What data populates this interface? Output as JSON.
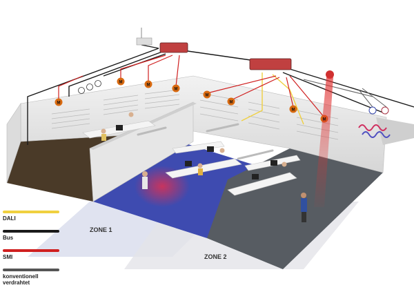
{
  "zones": [
    {
      "label": "ZONE 1"
    },
    {
      "label": "ZONE 2"
    }
  ],
  "legend": [
    {
      "label": "DALI",
      "color": "#f0d040"
    },
    {
      "label": "Bus",
      "color": "#1a1a1a"
    },
    {
      "label": "SMI",
      "color": "#d02020"
    },
    {
      "label": "konventionell\nverdrahtet",
      "color": "#555555"
    }
  ],
  "device_marks": {
    "motor_label": "M"
  },
  "colors": {
    "wall": "#e8e8e8",
    "floor_brown": "#4a3a28",
    "floor_blue": "#3e4bb0",
    "floor_grey": "#555a60",
    "controller": "#c04040",
    "sensor_beam": "#e05050"
  }
}
